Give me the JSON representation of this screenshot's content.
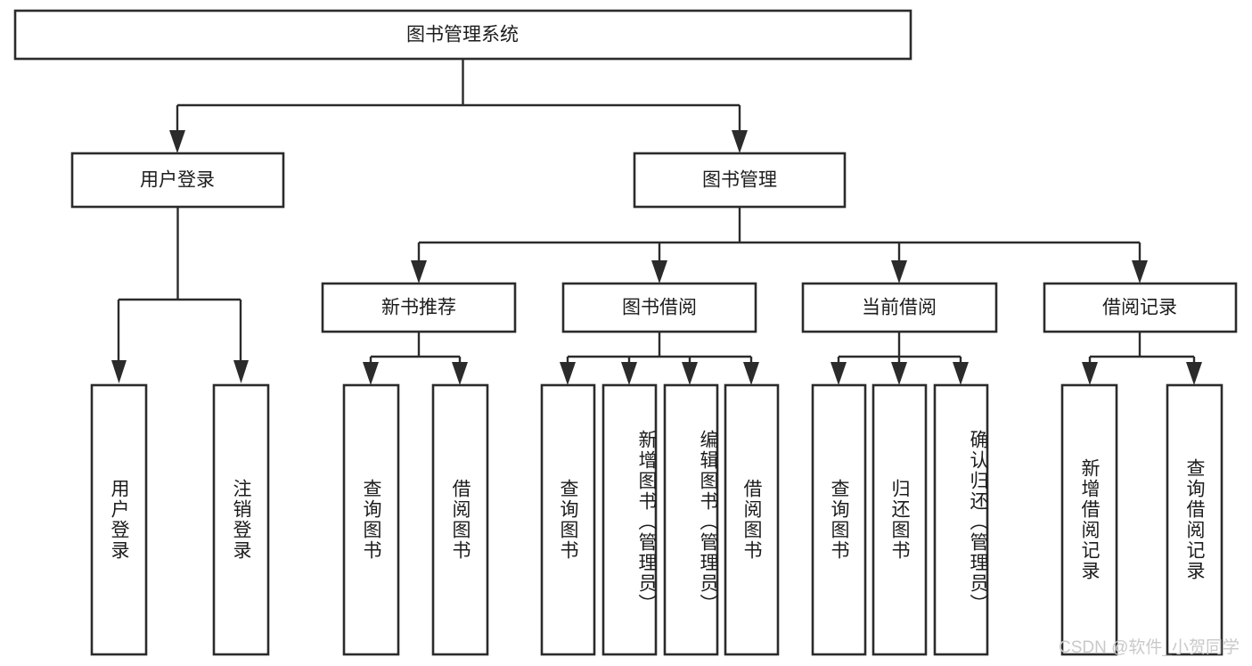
{
  "diagram": {
    "title": "图书管理系统",
    "type": "hierarchy-tree",
    "root": {
      "label": "图书管理系统"
    },
    "level2": [
      {
        "label": "用户登录"
      },
      {
        "label": "图书管理"
      }
    ],
    "level3": [
      {
        "label": "新书推荐"
      },
      {
        "label": "图书借阅"
      },
      {
        "label": "当前借阅"
      },
      {
        "label": "借阅记录"
      }
    ],
    "leaves": {
      "user_login": [
        {
          "label": "用户登录"
        },
        {
          "label": "注销登录"
        }
      ],
      "new_book_recommend": [
        {
          "label": "查询图书"
        },
        {
          "label": "借阅图书"
        }
      ],
      "book_borrow": [
        {
          "label": "查询图书"
        },
        {
          "label": "新增图书（管理员）"
        },
        {
          "label": "编辑图书（管理员）"
        },
        {
          "label": "借阅图书"
        }
      ],
      "current_borrow": [
        {
          "label": "查询图书"
        },
        {
          "label": "归还图书"
        },
        {
          "label": "确认归还（管理员）"
        }
      ],
      "borrow_record": [
        {
          "label": "新增借阅记录"
        },
        {
          "label": "查询借阅记录"
        }
      ]
    }
  },
  "watermark": {
    "text": "CSDN @软件_小贺同学"
  },
  "colors": {
    "stroke": "#2b2b2b",
    "box_fill": "#ffffff",
    "text": "#1c1c1c",
    "background": "#ffffff",
    "watermark": "#c9c9c9"
  }
}
